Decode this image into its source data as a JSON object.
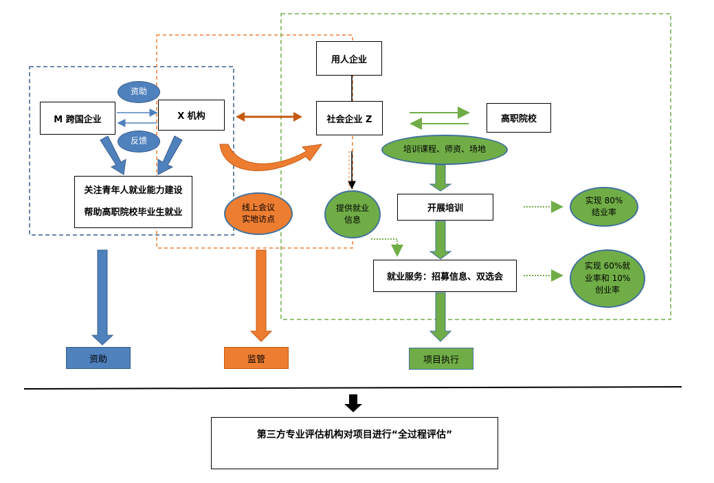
{
  "nodes": {
    "m_company": "M 跨国企业",
    "x_org": "X 机构",
    "employer": "用人企业",
    "social_enterprise": "社会企业 Z",
    "vocational_college": "高职院校",
    "focus_line1": "关注青年人就业能力建设",
    "focus_line2": "帮助高职院校毕业生就业",
    "funding_oval": "资助",
    "feedback_oval": "反馈",
    "training_resources": "培训课程、师资、场地",
    "job_info_line1": "提供就业",
    "job_info_line2": "信息",
    "online_meeting_line1": "线上会议",
    "online_meeting_line2": "实地访点",
    "training": "开展培训",
    "employment_service": "就业服务：招募信息、双选会",
    "result1_line1": "实现 80%",
    "result1_line2": "结业率",
    "result2_line1": "实现 60%就",
    "result2_line2": "业率和 10%",
    "result2_line3": "创业率",
    "out_funding": "资助",
    "out_supervision": "监管",
    "out_execution": "项目执行",
    "evaluation": "第三方专业评估机构对项目进行“全过程评估”"
  },
  "colors": {
    "blue": "#4f81bd",
    "blue_dark": "#385d8a",
    "orange": "#ed7d31",
    "green": "#70ad47",
    "green_border": "#41719c",
    "dash_blue": "#385d8a",
    "dash_orange": "#ed7d31",
    "dash_green": "#70ad47"
  }
}
